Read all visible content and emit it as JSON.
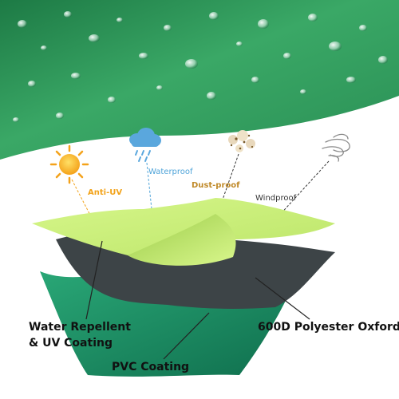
{
  "labels": {
    "anti_uv": "Anti-UV",
    "waterproof": "Waterproof",
    "dust_proof": "Dust-proof",
    "windproof": "Windproof",
    "water_repellent_line1": "Water Repellent",
    "water_repellent_line2": "& UV Coating",
    "polyester": "600D Polyester Oxford",
    "pvc": "PVC Coating"
  },
  "colors": {
    "fabric_green": "#2f9a5c",
    "top_layer": "#c8f07a",
    "middle_layer": "#3c4346",
    "bottom_layer": "#1e8a62",
    "anti_uv": "#f2a31b",
    "waterproof": "#4fa4d9",
    "dust_proof": "#c08a2a",
    "windproof": "#333333"
  },
  "icons": [
    "sun-icon",
    "rain-cloud-icon",
    "dust-icon",
    "wind-icon"
  ]
}
